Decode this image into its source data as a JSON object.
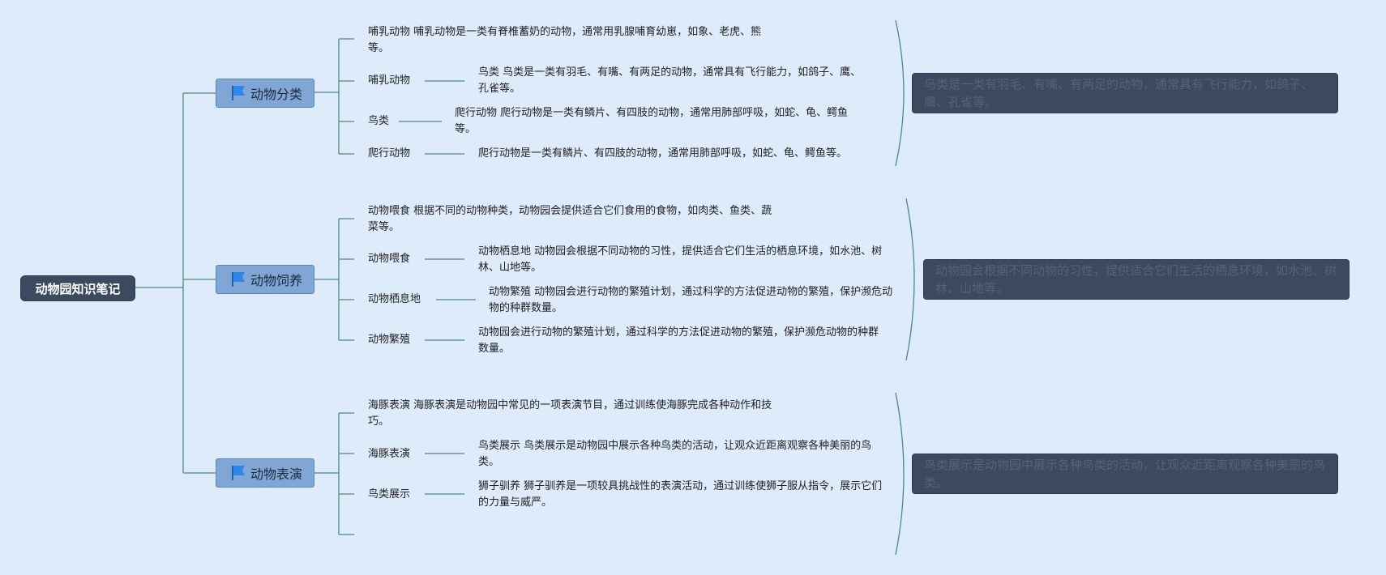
{
  "root": "动物园知识笔记",
  "branches": [
    {
      "label": "动物分类",
      "intro": "哺乳动物 哺乳动物是一类有脊椎蓄奶的动物，通常用乳腺哺育幼崽，如象、老虎、熊等。",
      "rows": [
        {
          "name": "哺乳动物",
          "desc": "鸟类 鸟类是一类有羽毛、有嘴、有两足的动物，通常具有飞行能力，如鸽子、鹰、孔雀等。"
        },
        {
          "name": "鸟类",
          "desc": "爬行动物 爬行动物是一类有鳞片、有四肢的动物，通常用肺部呼吸，如蛇、龟、鳄鱼等。"
        },
        {
          "name": "爬行动物",
          "desc": "爬行动物是一类有鳞片、有四肢的动物，通常用肺部呼吸，如蛇、龟、鳄鱼等。"
        }
      ],
      "summary": "鸟类是一类有羽毛、有嘴、有两足的动物，通常具有飞行能力，如鸽子、鹰、孔雀等。"
    },
    {
      "label": "动物饲养",
      "intro": "动物喂食 根据不同的动物种类，动物园会提供适合它们食用的食物，如肉类、鱼类、蔬菜等。",
      "rows": [
        {
          "name": "动物喂食",
          "desc": "动物栖息地 动物园会根据不同动物的习性，提供适合它们生活的栖息环境，如水池、树林、山地等。"
        },
        {
          "name": "动物栖息地",
          "desc": "动物繁殖 动物园会进行动物的繁殖计划，通过科学的方法促进动物的繁殖，保护濒危动物的种群数量。"
        },
        {
          "name": "动物繁殖",
          "desc": "动物园会进行动物的繁殖计划，通过科学的方法促进动物的繁殖，保护濒危动物的种群数量。"
        }
      ],
      "summary": "动物园会根据不同动物的习性，提供适合它们生活的栖息环境，如水池、树林、山地等。"
    },
    {
      "label": "动物表演",
      "intro": "海豚表演 海豚表演是动物园中常见的一项表演节目，通过训练使海豚完成各种动作和技巧。",
      "rows": [
        {
          "name": "海豚表演",
          "desc": "鸟类展示 鸟类展示是动物园中展示各种鸟类的活动，让观众近距离观察各种美丽的鸟类。"
        },
        {
          "name": "鸟类展示",
          "desc": "狮子驯养 狮子驯养是一项较具挑战性的表演活动，通过训练使狮子服从指令，展示它们的力量与威严。"
        }
      ],
      "summary": "鸟类展示是动物园中展示各种鸟类的活动，让观众近距离观察各种美丽的鸟类。"
    }
  ]
}
